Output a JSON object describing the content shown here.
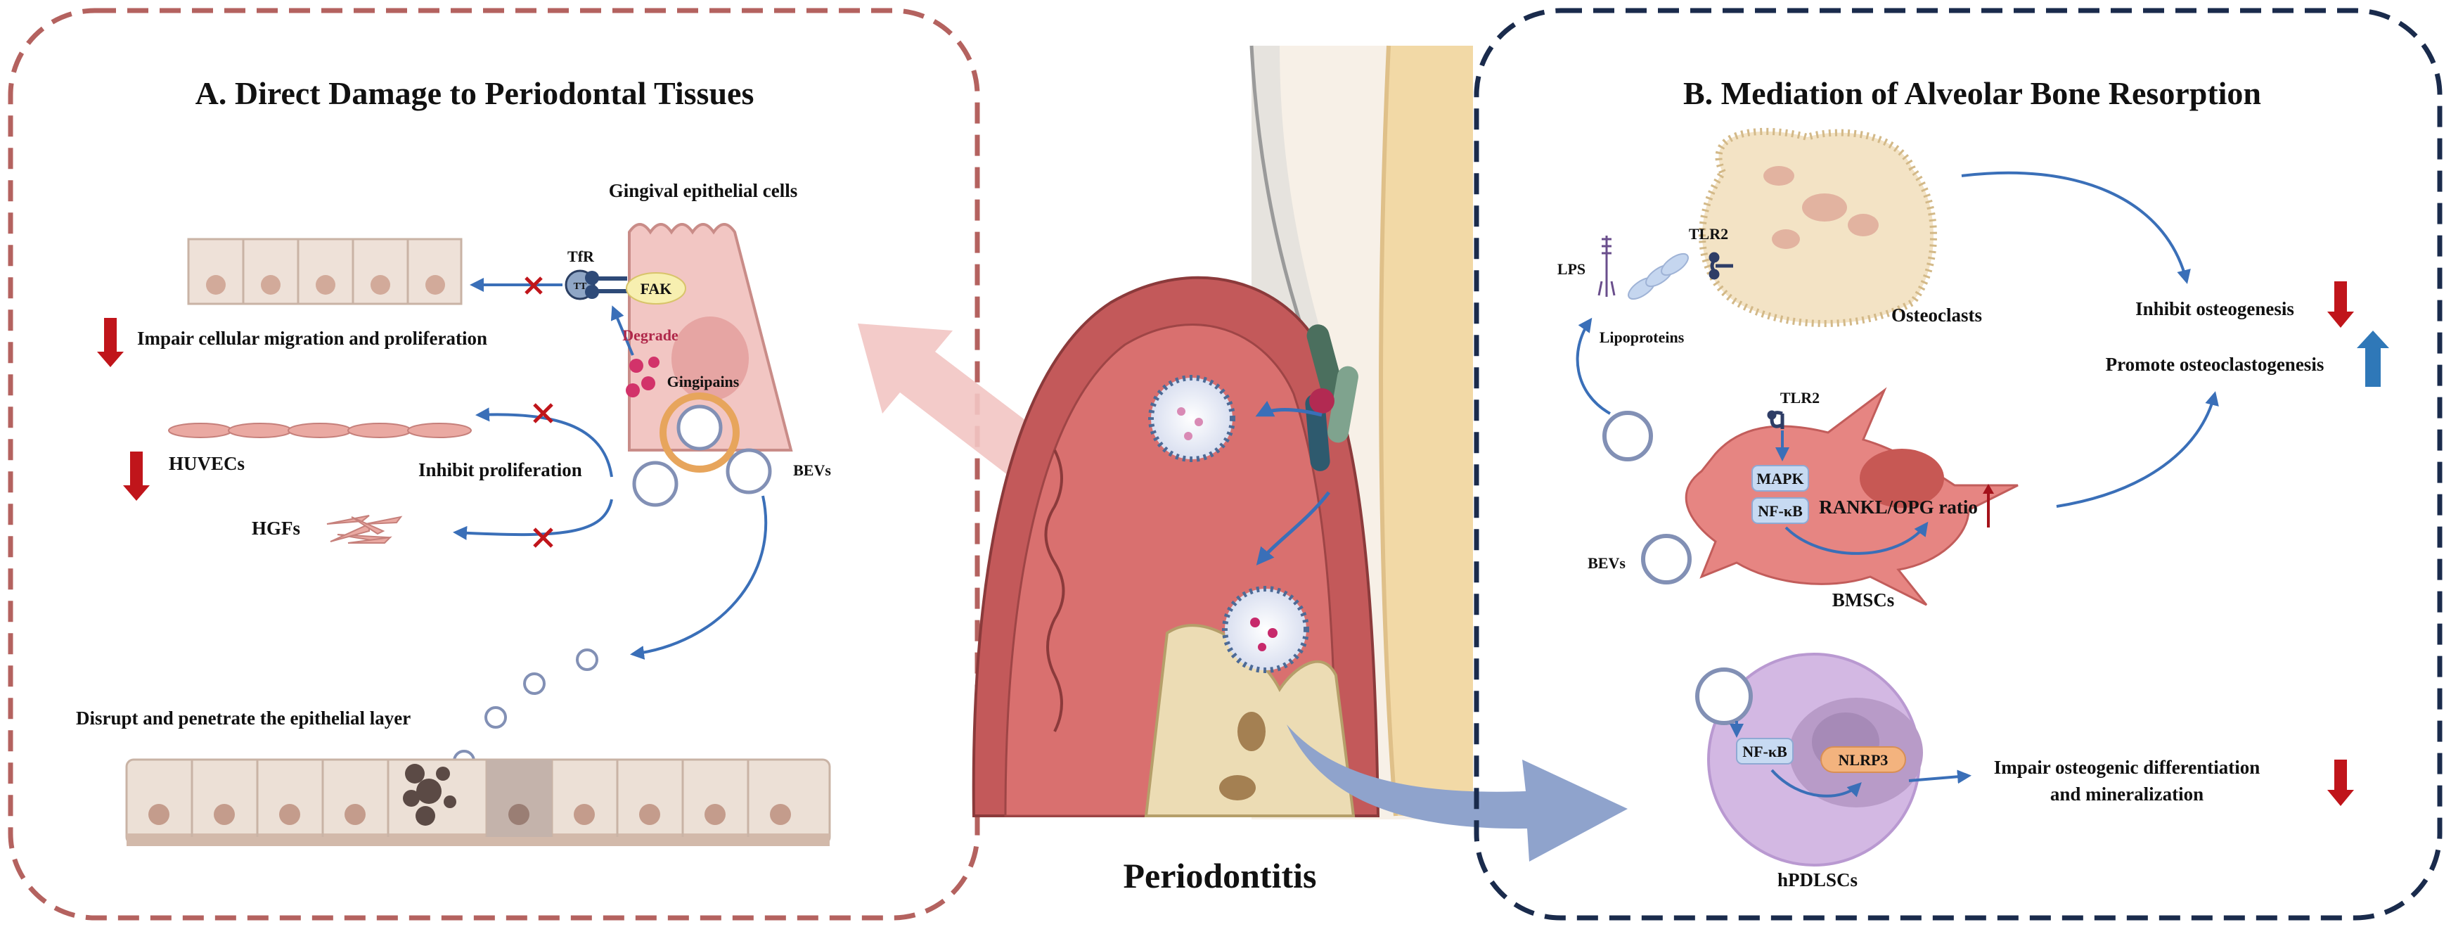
{
  "panel_a": {
    "title": "A. Direct Damage to Periodontal Tissues",
    "gingival_epithelial_cells": "Gingival epithelial cells",
    "tfr": "TfR",
    "ttt": "TT",
    "fak": "FAK",
    "degrade": "Degrade",
    "gingipains": "Gingipains",
    "impair_migration": "Impair cellular migration and proliferation",
    "huvecs": "HUVECs",
    "inhibit_proliferation": "Inhibit proliferation",
    "bevs": "BEVs",
    "hgfs": "HGFs",
    "disrupt": "Disrupt and penetrate the epithelial layer"
  },
  "panel_b": {
    "title": "B. Mediation of Alveolar Bone Resorption",
    "lps": "LPS",
    "lipoproteins": "Lipoproteins",
    "tlr2_top": "TLR2",
    "osteoclasts": "Osteoclasts",
    "inhibit_osteogenesis": "Inhibit osteogenesis",
    "promote_osteoclastogenesis": "Promote osteoclastogenesis",
    "tlr2_mid": "TLR2",
    "mapk": "MAPK",
    "nfkb_mid": "NF-κB",
    "rankl_opg": "RANKL/OPG ratio",
    "bevs": "BEVs",
    "bmscs": "BMSCs",
    "nfkb_bottom": "NF-κB",
    "nlrp3": "NLRP3",
    "impair_osteogenic_1": "Impair osteogenic differentiation",
    "impair_osteogenic_2": "and mineralization",
    "hpdlscs": "hPDLSCs"
  },
  "center": {
    "label": "Periodontitis"
  },
  "colors": {
    "panel_a_border": "#b4625f",
    "panel_b_border": "#1a2b4c",
    "arrow_blue": "#3a6fb8",
    "down_red": "#c0151b",
    "up_blue": "#2f78b8",
    "gum_red": "#c3595a",
    "bone": "#ecdcb4"
  }
}
